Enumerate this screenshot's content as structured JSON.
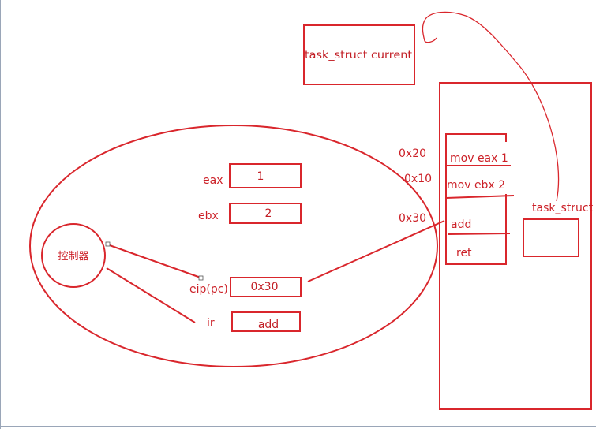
{
  "colors": {
    "stroke": "#d9262c",
    "text_label": "#cc2027",
    "text_value": "#c21e25",
    "frame": "#9aa6b8"
  },
  "task_struct_current": "task_struct current",
  "cpu": {
    "controller": "控制器",
    "registers": [
      {
        "name": "eax",
        "value": "1"
      },
      {
        "name": "ebx",
        "value": "2"
      },
      {
        "name": "eip(pc)",
        "value": "0x30"
      },
      {
        "name": "ir",
        "value": "add"
      }
    ]
  },
  "memory": {
    "addresses": [
      "0x20",
      "0x10",
      "0x30"
    ],
    "instructions": [
      "mov eax 1",
      "mov ebx 2",
      "add",
      "ret"
    ],
    "task_struct": "task_struct"
  }
}
